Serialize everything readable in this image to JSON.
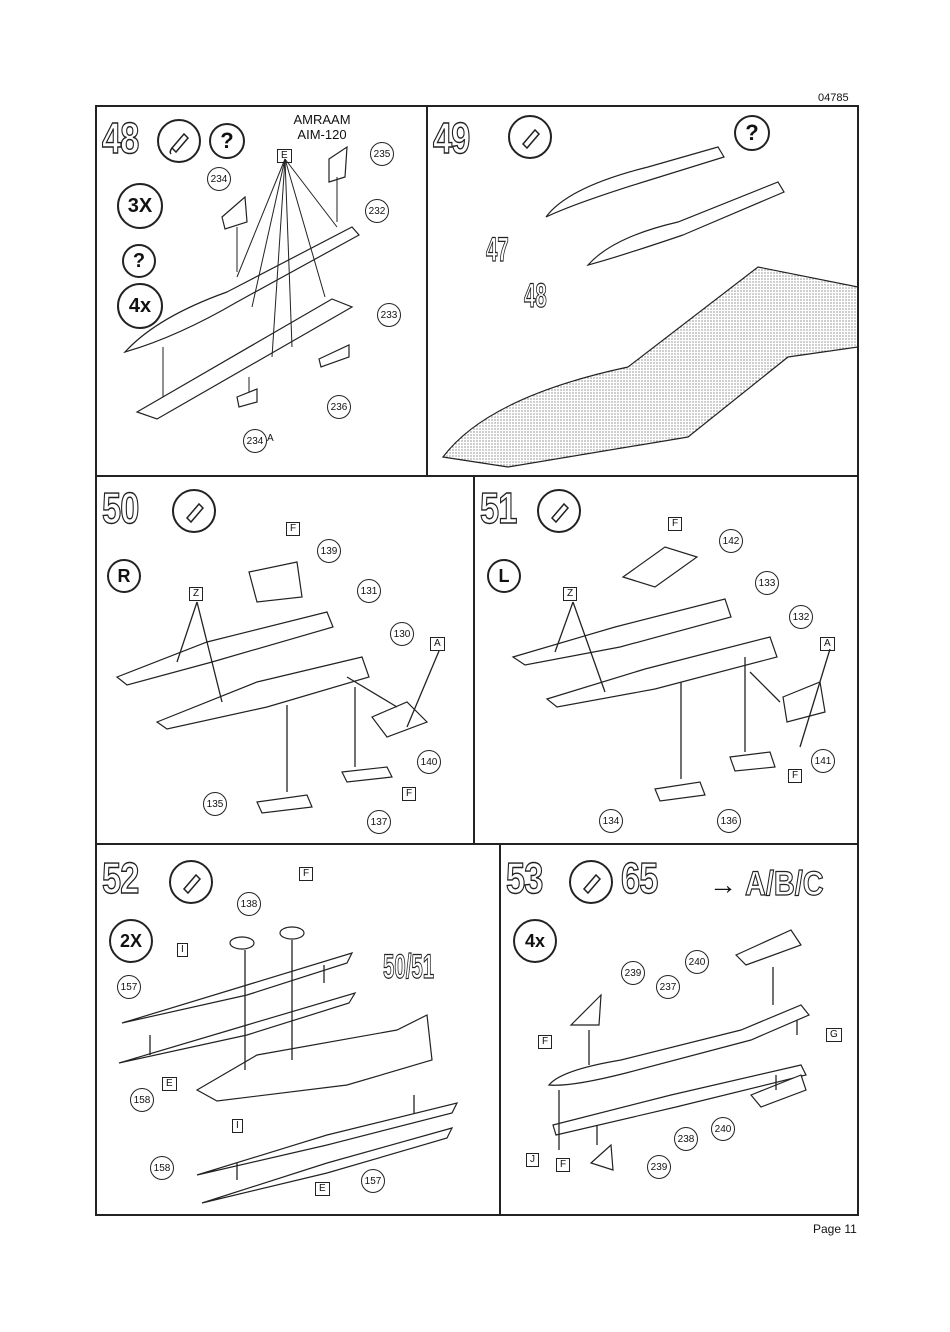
{
  "doc_code": "04785",
  "page_label": "Page 11",
  "steps": {
    "s48": {
      "num": "48",
      "title1": "AMRAAM",
      "title2": "AIM-120",
      "q": "?",
      "mult1": "3X",
      "mult2": "4x",
      "parts": {
        "p235": "235",
        "p234": "234",
        "p232": "232",
        "p233": "233",
        "p236": "236",
        "p234a": "234"
      },
      "flag_e": "E",
      "suffix": "A"
    },
    "s49": {
      "num": "49",
      "q": "?",
      "lbl47": "47",
      "lbl48": "48"
    },
    "s50": {
      "num": "50",
      "side": "R",
      "flags": {
        "f": "F",
        "z": "Z",
        "a": "A",
        "f2": "F"
      },
      "parts": {
        "p139": "139",
        "p131": "131",
        "p130": "130",
        "p140": "140",
        "p135": "135",
        "p137": "137"
      }
    },
    "s51": {
      "num": "51",
      "side": "L",
      "flags": {
        "f": "F",
        "z": "Z",
        "a": "A",
        "f2": "F"
      },
      "parts": {
        "p142": "142",
        "p133": "133",
        "p132": "132",
        "p141": "141",
        "p134": "134",
        "p136": "136"
      }
    },
    "s52": {
      "num": "52",
      "mult": "2X",
      "ref": "50/51",
      "flags": {
        "f": "F",
        "i": "I",
        "e": "E",
        "i2": "I",
        "e2": "E"
      },
      "parts": {
        "p138": "138",
        "p157": "157",
        "p158": "158",
        "p158b": "158",
        "p157b": "157"
      }
    },
    "s53": {
      "num": "53",
      "ref_num": "65",
      "ref_arrow": "→",
      "ref_variants": "A/B/C",
      "mult": "4x",
      "flags": {
        "f": "F",
        "g": "G",
        "j": "J",
        "f2": "F"
      },
      "parts": {
        "p240": "240",
        "p239": "239",
        "p237": "237",
        "p240b": "240",
        "p238": "238",
        "p239b": "239"
      }
    }
  },
  "icons": [
    "glue-tube-icon",
    "question-icon",
    "arrow-icon"
  ]
}
